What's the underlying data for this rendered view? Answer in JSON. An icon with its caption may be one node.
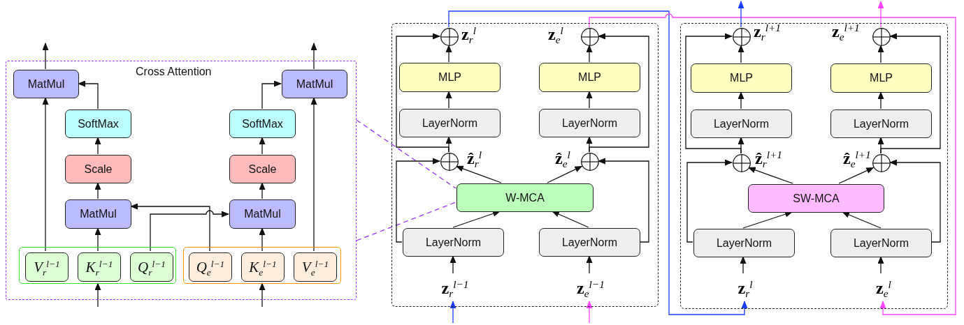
{
  "diagram": {
    "nodes": [
      {
        "text": [
          "Cross Attention"
        ]
      },
      {
        "text": [],
        "shape": "box",
        "in": 0
      },
      {
        "text": [
          "V$_{r}$$^{l−1}$"
        ],
        "in": 1
      },
      {
        "text": [
          "K$_{r}$$^{l−1}$"
        ],
        "in": 1
      },
      {
        "text": [
          "Q$_{r}$$^{l−1}$"
        ],
        "in": 1
      },
      {
        "text": [],
        "shape": "box",
        "in": 0
      },
      {
        "text": [
          "Q$_{e}$$^{l−1}$"
        ],
        "in": 5
      },
      {
        "text": [
          "K$_{e}$$^{l−1}$"
        ],
        "in": 5
      },
      {
        "text": [
          "V$_{e}$$^{l−1}$"
        ],
        "in": 5
      },
      {
        "text": [
          "MatMul"
        ],
        "in": 0
      },
      {
        "text": [
          "SoftMax"
        ],
        "in": 0
      },
      {
        "text": [
          "Scale"
        ],
        "in": 0
      },
      {
        "text": [
          "MatMul"
        ],
        "in": 0
      },
      {
        "text": [
          "MatMul"
        ],
        "in": 0
      },
      {
        "text": [
          "SoftMax"
        ],
        "in": 0
      },
      {
        "text": [
          "Scale"
        ],
        "in": 0
      },
      {
        "text": [
          "MatMul"
        ],
        "in": 0
      },
      {
        "text": [],
        "shape": "box"
      },
      {
        "text": [],
        "shape": "circle",
        "beside": [
          "**z**$_{r}$$^{l}$"
        ],
        "in": 17
      },
      {
        "text": [],
        "shape": "circle",
        "beside": [
          "**z**$_{e}$$^{l}$"
        ],
        "in": 17
      },
      {
        "text": [
          "MLP"
        ],
        "in": 17
      },
      {
        "text": [
          "MLP"
        ],
        "in": 17
      },
      {
        "text": [
          "LayerNorm"
        ],
        "in": 17
      },
      {
        "text": [
          "LayerNorm"
        ],
        "in": 17
      },
      {
        "text": [],
        "shape": "circle",
        "beside": [
          "**ẑ**$_{r}$$^{l}$"
        ],
        "in": 17
      },
      {
        "text": [],
        "shape": "circle",
        "beside": [
          "**ẑ**$_{e}$$^{l}$"
        ],
        "in": 17
      },
      {
        "text": [
          "W-MCA"
        ],
        "in": 17
      },
      {
        "text": [
          "LayerNorm"
        ],
        "in": 17
      },
      {
        "text": [
          "LayerNorm"
        ],
        "in": 17
      },
      {
        "text": [
          "**z**$_{r}$$^{l−1}$"
        ],
        "in": 17
      },
      {
        "text": [
          "**z**$_{e}$$^{l−1}$"
        ],
        "in": 17
      },
      {
        "text": [],
        "shape": "box"
      },
      {
        "text": [],
        "shape": "circle",
        "beside": [
          "**z**$_{r}$$^{l+1}$"
        ],
        "in": 31
      },
      {
        "text": [],
        "shape": "circle",
        "beside": [
          "**z**$_{e}$$^{l+1}$"
        ],
        "in": 31
      },
      {
        "text": [
          "MLP"
        ],
        "in": 31
      },
      {
        "text": [
          "MLP"
        ],
        "in": 31
      },
      {
        "text": [
          "LayerNorm"
        ],
        "in": 31
      },
      {
        "text": [
          "LayerNorm"
        ],
        "in": 31
      },
      {
        "text": [],
        "shape": "circle",
        "beside": [
          "**ẑ**$_{r}$$^{l+1}$"
        ],
        "in": 31
      },
      {
        "text": [],
        "shape": "circle",
        "beside": [
          "**ẑ**$_{e}$$^{l+1}$"
        ],
        "in": 31
      },
      {
        "text": [
          "SW-MCA"
        ],
        "in": 31
      },
      {
        "text": [
          "LayerNorm"
        ],
        "in": 31
      },
      {
        "text": [
          "LayerNorm"
        ],
        "in": 31
      },
      {
        "text": [
          "**z**$_{r}$$^{l}$"
        ],
        "in": 31
      },
      {
        "text": [
          "**z**$_{e}$$^{l}$"
        ],
        "in": 31
      }
    ],
    "edges": [
      {
        "from": null,
        "to": 1,
        "arrow": "to"
      },
      {
        "from": null,
        "to": 5,
        "arrow": "to"
      },
      {
        "from": 2,
        "to": 9,
        "arrow": "to"
      },
      {
        "from": 3,
        "to": 12,
        "arrow": "to"
      },
      {
        "from": 4,
        "to": 16,
        "arrow": "to"
      },
      {
        "from": 6,
        "to": 12,
        "arrow": "to"
      },
      {
        "from": 7,
        "to": 16,
        "arrow": "to"
      },
      {
        "from": 8,
        "to": 13,
        "arrow": "to"
      },
      {
        "from": 12,
        "to": 11,
        "arrow": "to"
      },
      {
        "from": 11,
        "to": 10,
        "arrow": "to"
      },
      {
        "from": 10,
        "to": 9,
        "arrow": "to"
      },
      {
        "from": 16,
        "to": 15,
        "arrow": "to"
      },
      {
        "from": 15,
        "to": 14,
        "arrow": "to"
      },
      {
        "from": 14,
        "to": 13,
        "arrow": "to"
      },
      {
        "from": 9,
        "to": null,
        "arrow": "to"
      },
      {
        "from": 13,
        "to": null,
        "arrow": "to"
      },
      {
        "from": 0,
        "to": 26,
        "arrow": "none",
        "style": "dashed",
        "color": "#9933ff"
      },
      {
        "from": 0,
        "to": 26,
        "arrow": "none",
        "style": "dashed",
        "color": "#9933ff"
      },
      {
        "from": null,
        "to": 29,
        "arrow": "to",
        "color": "#1a3cff"
      },
      {
        "from": null,
        "to": 30,
        "arrow": "to",
        "color": "#ff44ff"
      },
      {
        "from": 29,
        "to": 27,
        "arrow": "to"
      },
      {
        "from": 30,
        "to": 28,
        "arrow": "to"
      },
      {
        "from": 27,
        "to": 26,
        "arrow": "to"
      },
      {
        "from": 28,
        "to": 26,
        "arrow": "to"
      },
      {
        "from": 26,
        "to": 24,
        "arrow": "to"
      },
      {
        "from": 26,
        "to": 25,
        "arrow": "to"
      },
      {
        "from": 27,
        "to": 24,
        "arrow": "to"
      },
      {
        "from": 28,
        "to": 25,
        "arrow": "to"
      },
      {
        "from": 24,
        "to": 22,
        "arrow": "to"
      },
      {
        "from": 25,
        "to": 23,
        "arrow": "to"
      },
      {
        "from": 22,
        "to": 20,
        "arrow": "to"
      },
      {
        "from": 23,
        "to": 21,
        "arrow": "to"
      },
      {
        "from": 20,
        "to": 18,
        "arrow": "to"
      },
      {
        "from": 21,
        "to": 19,
        "arrow": "to"
      },
      {
        "from": 24,
        "to": 18,
        "arrow": "to"
      },
      {
        "from": 25,
        "to": 19,
        "arrow": "to"
      },
      {
        "from": 18,
        "to": 43,
        "arrow": "to",
        "color": "#1a3cff"
      },
      {
        "from": 19,
        "to": 44,
        "arrow": "to",
        "color": "#ff44ff"
      },
      {
        "from": 43,
        "to": 41,
        "arrow": "to"
      },
      {
        "from": 44,
        "to": 42,
        "arrow": "to"
      },
      {
        "from": 41,
        "to": 40,
        "arrow": "to"
      },
      {
        "from": 42,
        "to": 40,
        "arrow": "to"
      },
      {
        "from": 40,
        "to": 38,
        "arrow": "to"
      },
      {
        "from": 40,
        "to": 39,
        "arrow": "to"
      },
      {
        "from": 41,
        "to": 38,
        "arrow": "to"
      },
      {
        "from": 42,
        "to": 39,
        "arrow": "to"
      },
      {
        "from": 38,
        "to": 36,
        "arrow": "to"
      },
      {
        "from": 39,
        "to": 37,
        "arrow": "to"
      },
      {
        "from": 36,
        "to": 34,
        "arrow": "to"
      },
      {
        "from": 37,
        "to": 35,
        "arrow": "to"
      },
      {
        "from": 34,
        "to": 32,
        "arrow": "to"
      },
      {
        "from": 35,
        "to": 33,
        "arrow": "to"
      },
      {
        "from": 38,
        "to": 32,
        "arrow": "to"
      },
      {
        "from": 39,
        "to": 33,
        "arrow": "to"
      },
      {
        "from": 32,
        "to": null,
        "arrow": "to",
        "color": "#1a3cff"
      },
      {
        "from": 33,
        "to": null,
        "arrow": "to",
        "color": "#ff44ff"
      }
    ]
  }
}
